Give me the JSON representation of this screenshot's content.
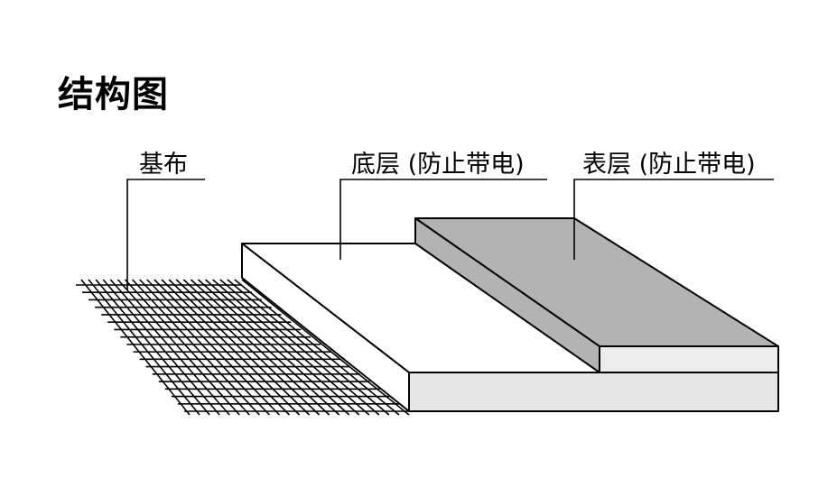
{
  "title": "结构图",
  "labels": {
    "base_fabric": "基布",
    "bottom_layer": "底层 (防止带电)",
    "top_layer": "表层 (防止带电)"
  },
  "colors": {
    "outline": "#000000",
    "bottom_layer_top": "#ffffff",
    "bottom_layer_side": "#e6e6e6",
    "top_layer_top": "#b3b3b3",
    "top_layer_side": "#ededed"
  }
}
